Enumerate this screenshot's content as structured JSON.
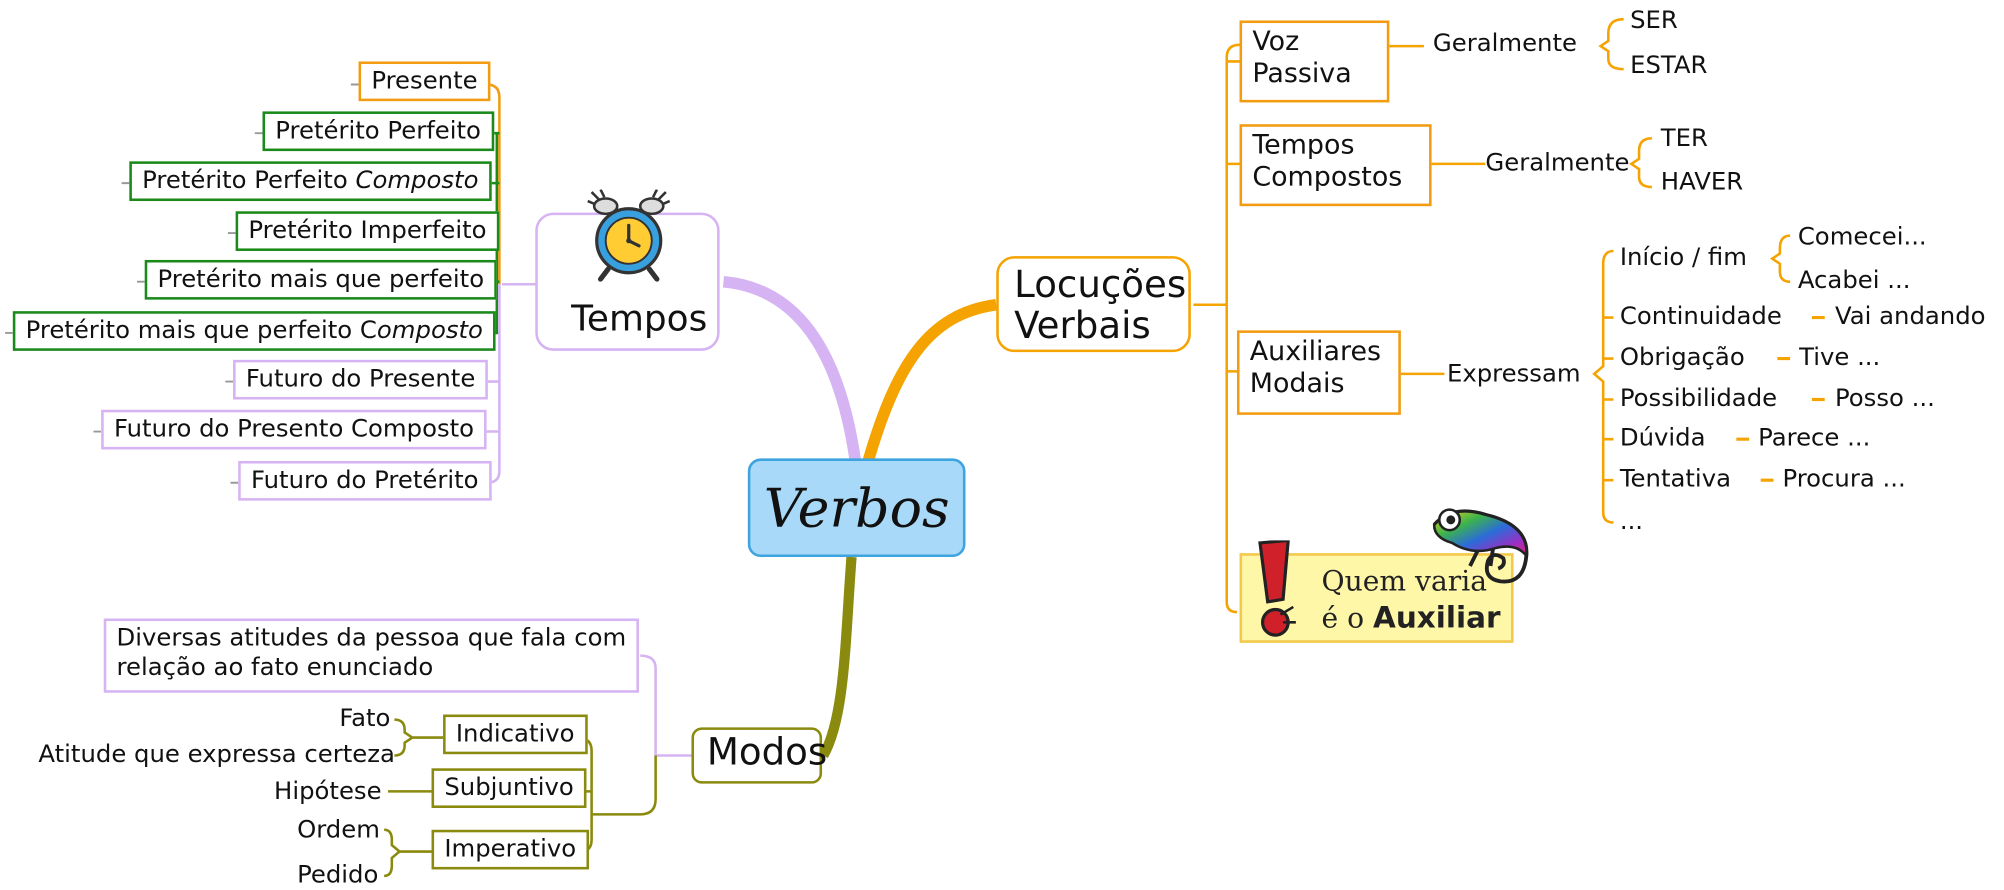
{
  "center": "Verbos",
  "tempos": {
    "title": "Tempos",
    "items": [
      "Presente",
      "Pretérito Perfeito",
      "Pretérito Imperfeito",
      "Pretérito mais que perfeito",
      "Futuro do Presente",
      "Futuro do Presento Composto",
      "Futuro do Pretérito"
    ],
    "perfeito_composto": {
      "prefix": "Pretérito Perfeito ",
      "italic": "Composto"
    },
    "mais_que_composto": {
      "prefix": "Pretérito mais que perfeito C",
      "italic": "omposto"
    }
  },
  "locucoes": {
    "title_line1": "Locuções",
    "title_line2": "Verbais",
    "voz_passiva": {
      "line1": "Voz",
      "line2": "Passiva",
      "connector": "Geralmente",
      "options": [
        "SER",
        "ESTAR"
      ]
    },
    "tempos_compostos": {
      "line1": "Tempos",
      "line2": "Compostos",
      "connector": "Geralmente",
      "options": [
        "TER",
        "HAVER"
      ]
    },
    "auxiliares": {
      "line1": "Auxiliares",
      "line2": "Modais",
      "connector": "Expressam",
      "inicio_fim": {
        "label": "Início / fim",
        "examples": [
          "Comecei...",
          "Acabei ..."
        ]
      },
      "items": [
        {
          "label": "Continuidade",
          "example": "Vai andando"
        },
        {
          "label": "Obrigação",
          "example": "Tive ..."
        },
        {
          "label": "Possibilidade",
          "example": "Posso ..."
        },
        {
          "label": "Dúvida",
          "example": "Parece ..."
        },
        {
          "label": "Tentativa",
          "example": "Procura ..."
        }
      ],
      "more": "..."
    },
    "callout": {
      "line1": "Quem varia",
      "line2_prefix": "é o ",
      "line2_bold": "Auxiliar"
    }
  },
  "modos": {
    "title": "Modos",
    "description": "Diversas atitudes da pessoa que fala com relação ao fato enunciado",
    "indicativo": {
      "label": "Indicativo",
      "details": [
        "Fato",
        "Atitude que expressa certeza"
      ]
    },
    "subjuntivo": {
      "label": "Subjuntivo",
      "details": [
        "Hipótese"
      ]
    },
    "imperativo": {
      "label": "Imperativo",
      "details": [
        "Ordem",
        "Pedido"
      ]
    }
  },
  "colors": {
    "tempos": "#d6b3f2",
    "locucoes": "#f5a300",
    "modos": "#8a8a0e",
    "center": "#a9d9f8",
    "green": "#1b8a1b"
  }
}
